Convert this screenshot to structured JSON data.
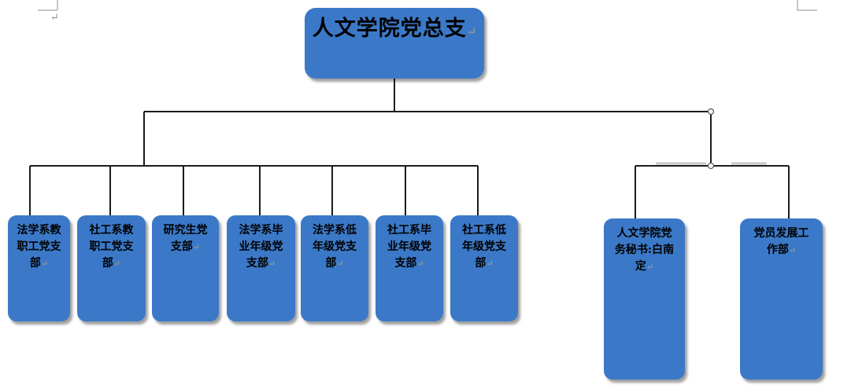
{
  "org_chart": {
    "root": {
      "label": "人文学院党总支"
    },
    "left_group": [
      {
        "label": "法学系教职工党支部"
      },
      {
        "label": "社工系教职工党支部"
      },
      {
        "label": "研究生党支部"
      },
      {
        "label": "法学系毕业年级党支部"
      },
      {
        "label": "法学系低年级党支部"
      },
      {
        "label": "社工系毕业年级党支部"
      },
      {
        "label": "社工系低年级党支部"
      }
    ],
    "right_group": [
      {
        "label": "人文学院党务秘书:白南定"
      },
      {
        "label": "党员发展工作部"
      }
    ]
  },
  "artifacts": {
    "paragraph_mark": "↵"
  },
  "colors": {
    "node_fill": "#3B79C8",
    "node_text": "#000000",
    "connector": "#1C1C1C",
    "connector_shadow": "#C9C9C9",
    "selection_handle_fill": "#FFFFFF",
    "selection_handle_stroke": "#5A5A5A",
    "paragraph_mark_color": "#A99F86",
    "boundary_mark": "#B3B3B3",
    "background": "#FFFFFF"
  }
}
